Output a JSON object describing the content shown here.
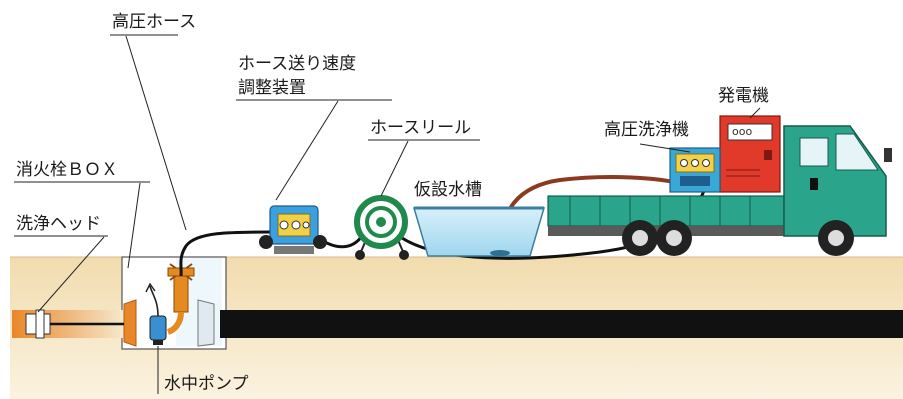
{
  "labels": {
    "high_pressure_hose": "高圧ホース",
    "hose_feed_speed_line1": "ホース送り速度",
    "hose_feed_speed_line2": "調整装置",
    "hose_reel": "ホースリール",
    "temporary_water_tank": "仮設水槽",
    "high_pressure_washer": "高圧洗浄機",
    "generator": "発電機",
    "hydrant_box": "消火栓ＢＯＸ",
    "washing_head": "洗浄ヘッド",
    "submersible_pump": "水中ポンプ"
  },
  "generator_panel": {
    "display_text": "ooo"
  },
  "colors": {
    "ground": "#f3e2bd",
    "pipe": "#111111",
    "hose": "#111111",
    "suction_hose": "#8b3a1f",
    "truck_cab": "#2aa58b",
    "generator": "#e23a2a",
    "washer_body": "#39a8d8",
    "tank_water": "#bfe6f4",
    "reel_green": "#1f8a4c",
    "valve_orange": "#e58a1e"
  },
  "icons": {
    "truck": "truck-icon",
    "generator": "generator-icon",
    "washer": "pressure-washer-icon",
    "reel": "hose-reel-icon",
    "feeder": "hose-feeder-icon",
    "tank": "water-tank-icon",
    "pump": "submersible-pump-icon",
    "head": "washing-head-icon"
  }
}
